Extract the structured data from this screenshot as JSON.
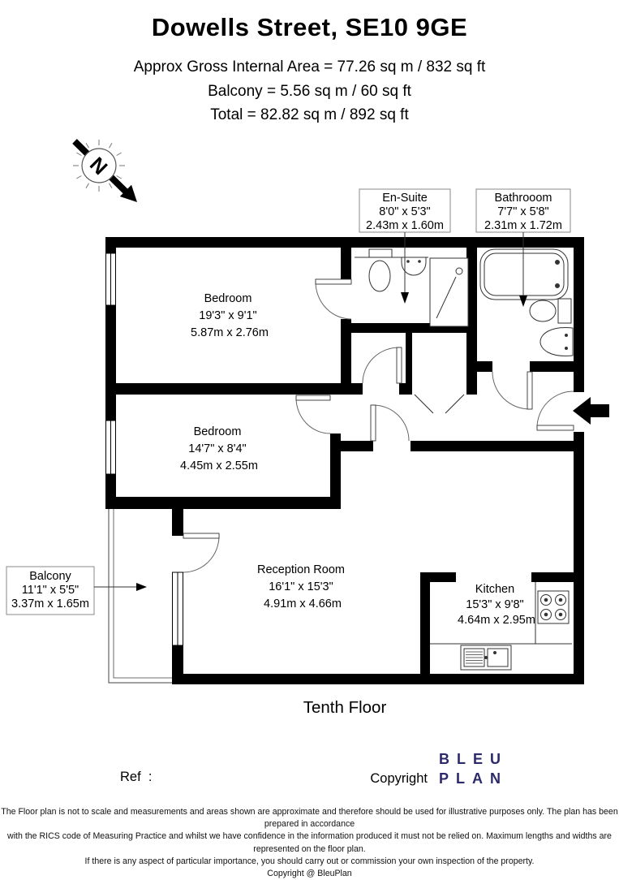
{
  "header": {
    "title": "Dowells Street, SE10 9GE",
    "area_line1": "Approx Gross Internal Area = 77.26 sq m / 832 sq ft",
    "area_line2": "Balcony = 5.56 sq m / 60 sq ft",
    "area_line3": "Total = 82.82 sq m / 892 sq ft"
  },
  "compass": {
    "label": "N"
  },
  "rooms": {
    "bedroom1": {
      "name": "Bedroom",
      "imperial": "19'3\" x 9'1\"",
      "metric": "5.87m x 2.76m"
    },
    "bedroom2": {
      "name": "Bedroom",
      "imperial": "14'7\" x 8'4\"",
      "metric": "4.45m x 2.55m"
    },
    "reception": {
      "name": "Reception Room",
      "imperial": "16'1\" x 15'3\"",
      "metric": "4.91m x 4.66m"
    },
    "kitchen": {
      "name": "Kitchen",
      "imperial": "15'3\" x 9'8\"",
      "metric": "4.64m x 2.95m"
    },
    "ensuite": {
      "name": "En-Suite",
      "imperial": "8'0\" x 5'3\"",
      "metric": "2.43m x 1.60m"
    },
    "bathroom": {
      "name": "Bathrooom",
      "imperial": "7'7\" x 5'8\"",
      "metric": "2.31m x 1.72m"
    },
    "balcony": {
      "name": "Balcony",
      "imperial": "11'1\" x 5'5\"",
      "metric": "3.37m x 1.65m"
    }
  },
  "floor_label": "Tenth Floor",
  "footer": {
    "ref_label": "Ref  :",
    "copyright_label": "Copyright",
    "logo_line1": "BLEU",
    "logo_line2": "PLAN",
    "logo_color": "#2c2a6a"
  },
  "disclaimer": {
    "lines": [
      "The Floor plan is not to scale and measurements and areas shown are approximate and therefore should be used for illustrative purposes only. The plan has been prepared in accordance",
      "with the RICS code of Measuring Practice and whilst we have confidence in the information produced it must not be relied on. Maximum lengths and widths are represented on the floor plan.",
      "If there is any aspect of particular importance, you should carry out or commission your own inspection of the property.",
      "Copyright @ BleuPlan"
    ]
  }
}
